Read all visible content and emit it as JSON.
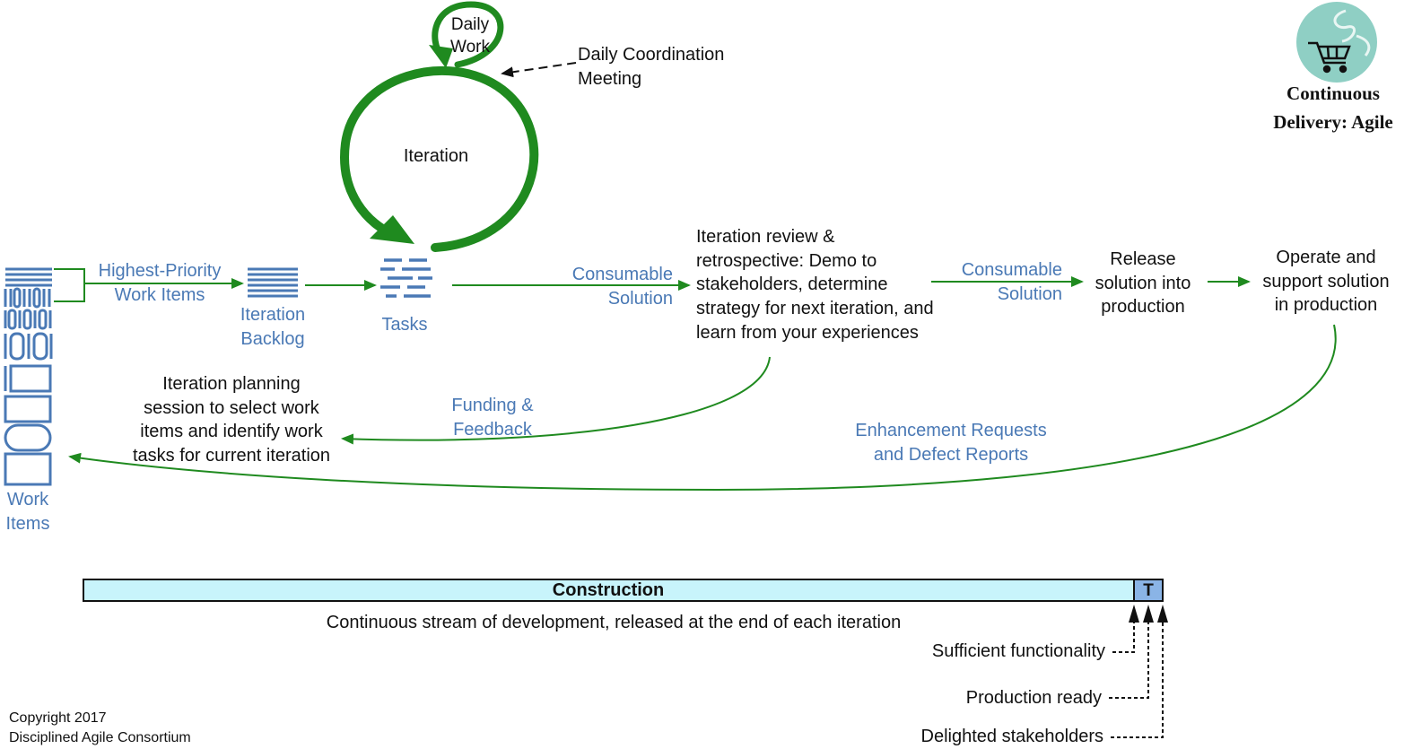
{
  "logo": {
    "title_line1": "Continuous",
    "title_line2": "Delivery: Agile",
    "badge_color": "#8fcfc4"
  },
  "colors": {
    "flow_green": "#1f8a1f",
    "label_blue": "#4a79b5",
    "phase_fill": "#c8f4fb",
    "transition_fill": "#8ab4e6"
  },
  "loop": {
    "daily_line1": "Daily",
    "daily_line2": "Work",
    "coordination_line1": "Daily Coordination",
    "coordination_line2": "Meeting",
    "iteration": "Iteration"
  },
  "flow": {
    "highest_priority_line1": "Highest-Priority",
    "highest_priority_line2": "Work Items",
    "iteration_backlog_line1": "Iteration",
    "iteration_backlog_line2": "Backlog",
    "tasks": "Tasks",
    "consumable1_line1": "Consumable",
    "consumable1_line2": "Solution",
    "review_lines": [
      "Iteration review &",
      "retrospective: Demo to",
      "stakeholders, determine",
      "strategy for next iteration, and",
      "learn from your experiences"
    ],
    "consumable2_line1": "Consumable",
    "consumable2_line2": "Solution",
    "release_lines": [
      "Release",
      "solution into",
      "production"
    ],
    "operate_lines": [
      "Operate and",
      "support solution",
      "in production"
    ],
    "planning_lines": [
      "Iteration planning",
      "session to select work",
      "items and identify work",
      "tasks for current iteration"
    ],
    "funding_line1": "Funding &",
    "funding_line2": "Feedback",
    "enhancement_line1": "Enhancement Requests",
    "enhancement_line2": "and Defect Reports",
    "work_items_line1": "Work",
    "work_items_line2": "Items"
  },
  "phase": {
    "construction": "Construction",
    "transition": "T",
    "caption": "Continuous stream of development, released at the end of each iteration",
    "milestones": [
      "Sufficient functionality",
      "Production ready",
      "Delighted stakeholders"
    ]
  },
  "copyright": {
    "line1": "Copyright 2017",
    "line2": "Disciplined Agile Consortium"
  }
}
